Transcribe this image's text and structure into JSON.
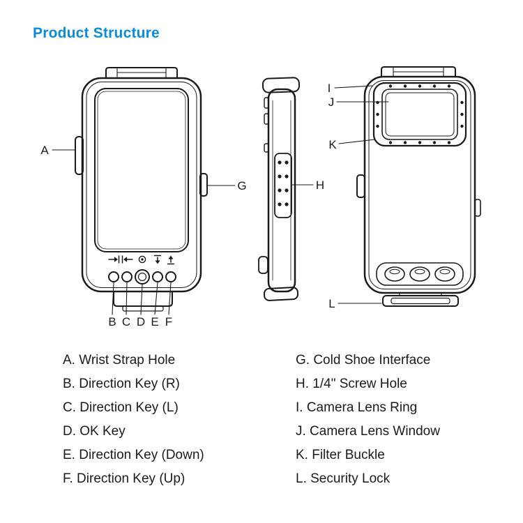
{
  "title": "Product Structure",
  "colors": {
    "title_blue": "#0f8bd4",
    "ink": "#1a1a1a",
    "background": "#ffffff"
  },
  "callouts": {
    "A": "A",
    "B": "B",
    "C": "C",
    "D": "D",
    "E": "E",
    "F": "F",
    "G": "G",
    "H": "H",
    "I": "I",
    "J": "J",
    "K": "K",
    "L": "L"
  },
  "legend": {
    "left": [
      "A. Wrist Strap Hole",
      "B. Direction Key (R)",
      "C. Direction Key (L)",
      "D. OK Key",
      "E. Direction Key (Down)",
      "F. Direction Key (Up)"
    ],
    "right": [
      "G. Cold Shoe Interface",
      "H. 1/4\" Screw Hole",
      "I. Camera Lens Ring",
      "J. Camera Lens Window",
      "K. Filter Buckle",
      "L. Security Lock"
    ]
  }
}
